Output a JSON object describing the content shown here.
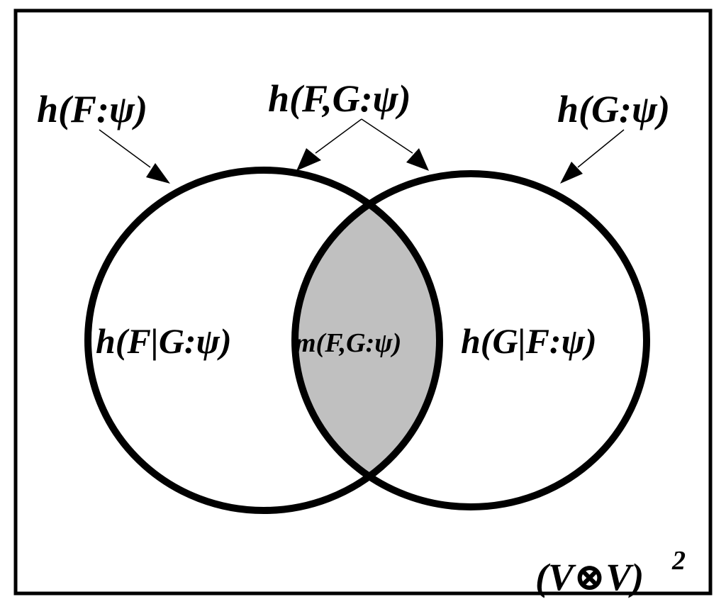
{
  "diagram": {
    "universe_label": "(V⊗V)",
    "universe_exponent": "2",
    "set_F_total_label": "h(F:ψ)",
    "set_G_total_label": "h(G:ψ)",
    "joint_label": "h(F,G:ψ)",
    "F_given_G_label": "h(F|G:ψ)",
    "G_given_F_label": "h(G|F:ψ)",
    "mutual_label": "m(F,G:ψ)",
    "colors": {
      "stroke": "#000000",
      "intersection_fill": "#c0c0c0",
      "background": "#ffffff"
    }
  }
}
